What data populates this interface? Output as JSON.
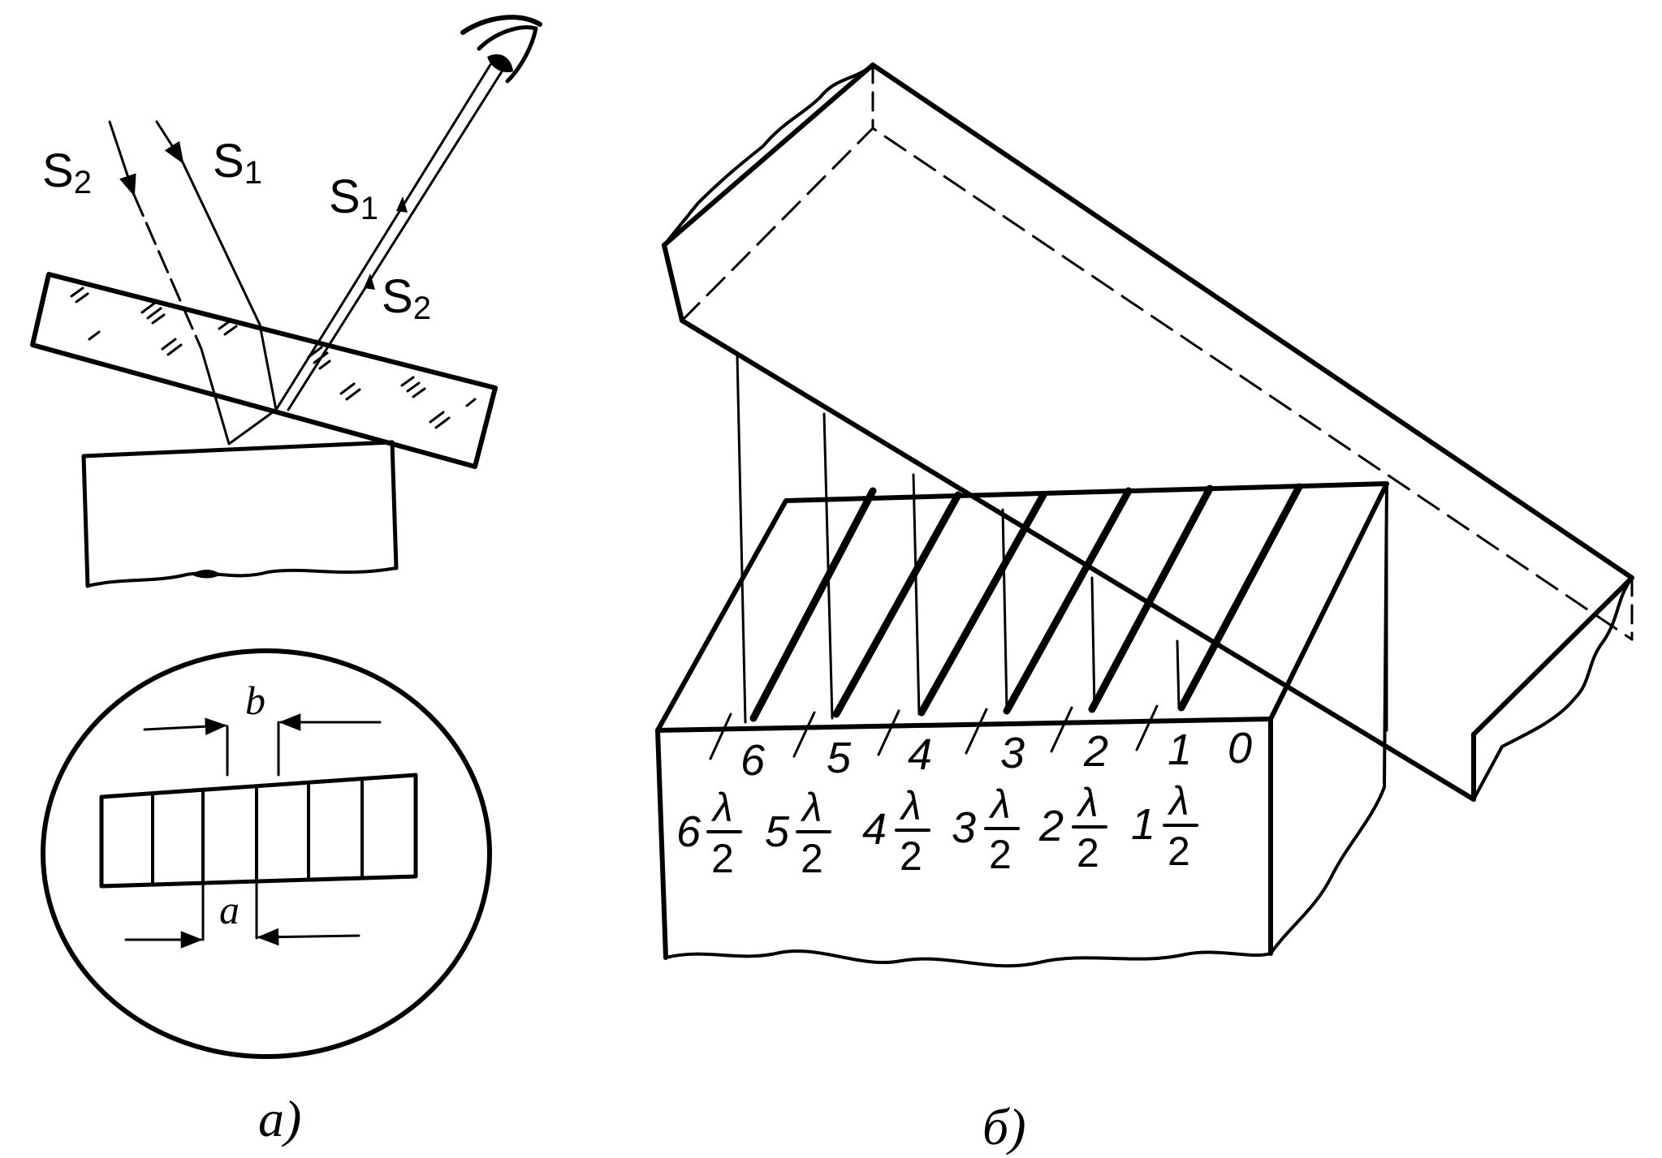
{
  "figure_a": {
    "caption": "а)",
    "rays": [
      {
        "symbol": "S",
        "index": "2"
      },
      {
        "symbol": "S",
        "index": "1"
      },
      {
        "symbol": "S",
        "index": "1"
      },
      {
        "symbol": "S",
        "index": "2"
      }
    ],
    "dim_b": "b",
    "dim_a": "a"
  },
  "figure_b": {
    "caption": "б)",
    "fringe_numbers": [
      "6",
      "5",
      "4",
      "3",
      "2",
      "1",
      "0"
    ],
    "orders": [
      {
        "n": "6",
        "num": "λ",
        "den": "2"
      },
      {
        "n": "5",
        "num": "λ",
        "den": "2"
      },
      {
        "n": "4",
        "num": "λ",
        "den": "2"
      },
      {
        "n": "3",
        "num": "λ",
        "den": "2"
      },
      {
        "n": "2",
        "num": "λ",
        "den": "2"
      },
      {
        "n": "1",
        "num": "λ",
        "den": "2"
      }
    ]
  }
}
